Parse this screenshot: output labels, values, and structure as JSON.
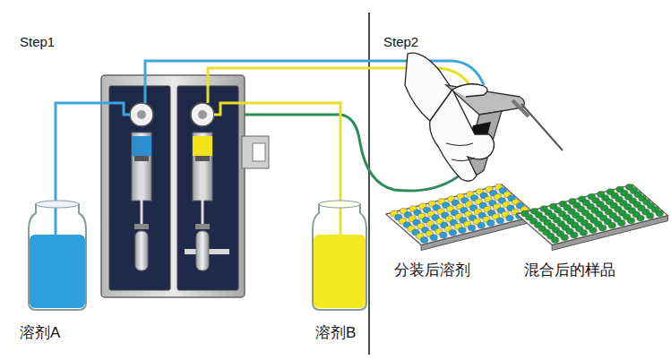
{
  "diagram": {
    "labels": [
      "Step1",
      "Step2",
      "溶剂A",
      "溶剂B",
      "分装后溶剂",
      "混合后的样品"
    ]
  }
}
